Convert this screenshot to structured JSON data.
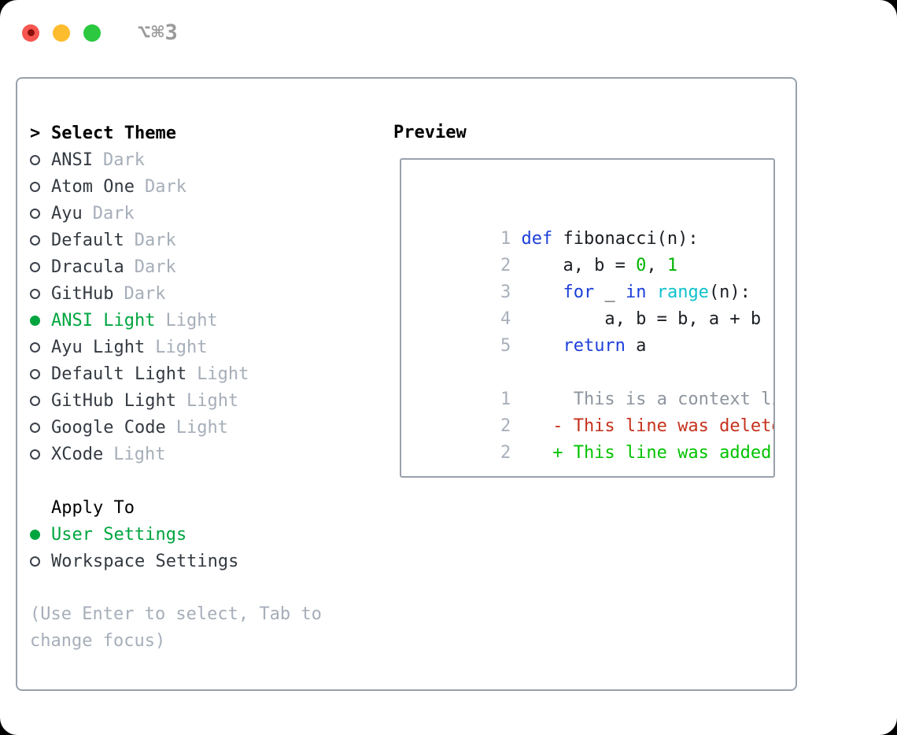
{
  "window": {
    "title": "⌥⌘3"
  },
  "theme_panel": {
    "cursor": ">",
    "header": "Select Theme",
    "items": [
      {
        "name": "ANSI",
        "variant": "Dark",
        "selected": false
      },
      {
        "name": "Atom One",
        "variant": "Dark",
        "selected": false
      },
      {
        "name": "Ayu",
        "variant": "Dark",
        "selected": false
      },
      {
        "name": "Default",
        "variant": "Dark",
        "selected": false
      },
      {
        "name": "Dracula",
        "variant": "Dark",
        "selected": false
      },
      {
        "name": "GitHub",
        "variant": "Dark",
        "selected": false
      },
      {
        "name": "ANSI Light",
        "variant": "Light",
        "selected": true
      },
      {
        "name": "Ayu Light",
        "variant": "Light",
        "selected": false
      },
      {
        "name": "Default Light",
        "variant": "Light",
        "selected": false
      },
      {
        "name": "GitHub Light",
        "variant": "Light",
        "selected": false
      },
      {
        "name": "Google Code",
        "variant": "Light",
        "selected": false
      },
      {
        "name": "XCode",
        "variant": "Light",
        "selected": false
      }
    ],
    "apply_to": {
      "header": "Apply To",
      "options": [
        {
          "name": "User Settings",
          "selected": true
        },
        {
          "name": "Workspace Settings",
          "selected": false
        }
      ]
    },
    "help_text": "(Use Enter to select, Tab to change focus)"
  },
  "preview": {
    "header": "Preview",
    "lines": [
      {
        "segs": [
          {
            "t": "1 ",
            "c": "gutter"
          },
          {
            "t": "def",
            "c": "keyword"
          },
          {
            "t": " fibonacci(n):",
            "c": "plain"
          }
        ]
      },
      {
        "segs": [
          {
            "t": "2 ",
            "c": "gutter"
          },
          {
            "t": "    a, b = ",
            "c": "plain"
          },
          {
            "t": "0",
            "c": "number"
          },
          {
            "t": ", ",
            "c": "plain"
          },
          {
            "t": "1",
            "c": "number"
          }
        ]
      },
      {
        "segs": [
          {
            "t": "3 ",
            "c": "gutter"
          },
          {
            "t": "    ",
            "c": "plain"
          },
          {
            "t": "for",
            "c": "keyword"
          },
          {
            "t": " _ ",
            "c": "plain"
          },
          {
            "t": "in",
            "c": "keyword"
          },
          {
            "t": " ",
            "c": "plain"
          },
          {
            "t": "range",
            "c": "builtin"
          },
          {
            "t": "(n):",
            "c": "plain"
          }
        ]
      },
      {
        "segs": [
          {
            "t": "4 ",
            "c": "gutter"
          },
          {
            "t": "        a, b = b, a + b",
            "c": "plain"
          }
        ]
      },
      {
        "segs": [
          {
            "t": "5 ",
            "c": "gutter"
          },
          {
            "t": "    ",
            "c": "plain"
          },
          {
            "t": "return",
            "c": "keyword"
          },
          {
            "t": " a",
            "c": "plain"
          }
        ]
      },
      {
        "segs": [
          {
            "t": "1 ",
            "c": "gutter"
          },
          {
            "t": "     This is a context line.",
            "c": "context"
          }
        ]
      },
      {
        "segs": [
          {
            "t": "2 ",
            "c": "gutter"
          },
          {
            "t": "   - This line was deleted.",
            "c": "deleted"
          }
        ]
      },
      {
        "segs": [
          {
            "t": "2 ",
            "c": "gutter"
          },
          {
            "t": "   + This line was added.",
            "c": "added"
          }
        ]
      }
    ]
  },
  "colors": {
    "selection_green": "#00a53f",
    "added_green": "#00c300",
    "deleted_red": "#c5311c",
    "keyword_blue": "#1c3fd9",
    "builtin_cyan": "#0fc1cc",
    "number_green": "#00b400",
    "muted_gray": "#a6aeb9",
    "border_gray": "#99a1ac",
    "traffic_red": "#f6564f",
    "traffic_yellow": "#fdbc2e",
    "traffic_green": "#2bc840"
  }
}
